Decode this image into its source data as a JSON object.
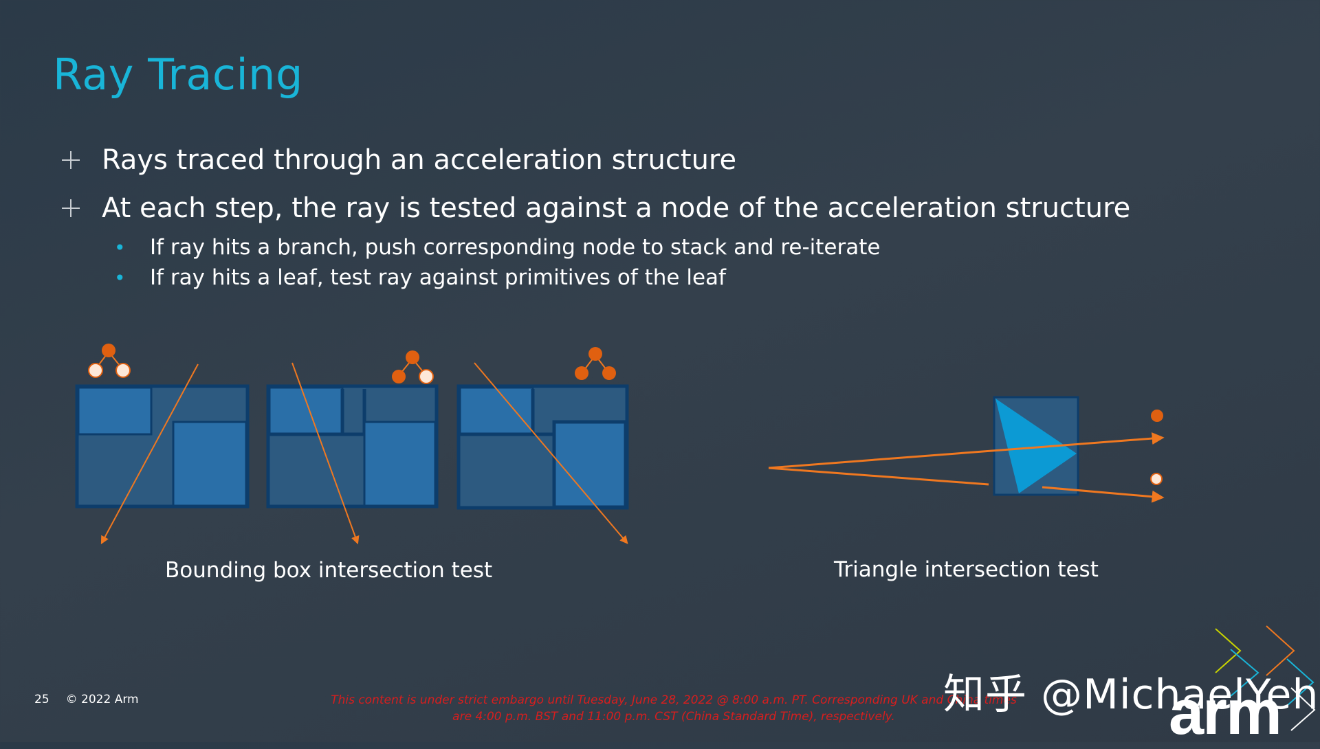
{
  "title": "Ray Tracing",
  "bullets": [
    {
      "text": "Rays traced through an acceleration structure",
      "sub": []
    },
    {
      "text": "At each step, the ray is tested against a node of the acceleration structure",
      "sub": [
        "If ray hits a branch, push corresponding node to stack and re-iterate",
        "If ray hits a leaf, test ray against primitives of the leaf"
      ]
    }
  ],
  "diagram": {
    "bbox_caption": "Bounding box intersection test",
    "triangle_caption": "Triangle intersection test"
  },
  "colors": {
    "accent": "#19b5d8",
    "ray": "#f07820",
    "node": "#e06010",
    "node_light": "#fde8d8",
    "box_dark": "#0d3d6b",
    "box_fill": "#2a6fa8",
    "box_muted": "#2d5a80",
    "triangle": "#0c9ad4",
    "embargo": "#d71e1e"
  },
  "footer": {
    "page_number": "25",
    "copyright": "© 2022 Arm",
    "embargo": "This content is under strict embargo until Tuesday, June 28, 2022 @ 8:00 a.m. PT. Corresponding UK and China times are 4:00 p.m. BST and 11:00 p.m. CST (China Standard Time), respectively.",
    "watermark": "知乎 @MichaelYeh",
    "logo": "arm"
  }
}
